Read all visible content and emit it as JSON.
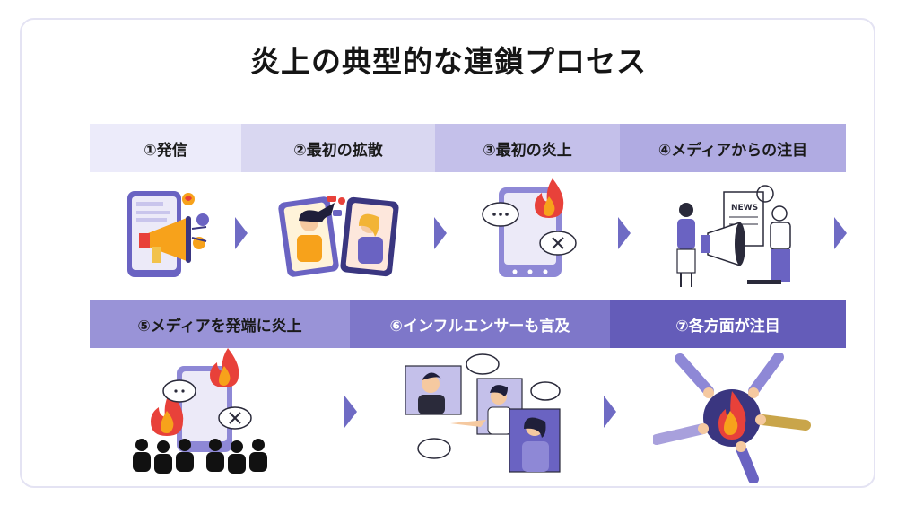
{
  "title": "炎上の典型的な連鎖プロセス",
  "steps": [
    {
      "label": "①発信",
      "color": "#ecebfa"
    },
    {
      "label": "②最初の拡散",
      "color": "#d9d7f1"
    },
    {
      "label": "③最初の炎上",
      "color": "#c4c0ea"
    },
    {
      "label": "④メディアからの注目",
      "color": "#b0abe2"
    },
    {
      "label": "⑤メディアを発端に炎上",
      "color": "#9993d7"
    },
    {
      "label": "⑥インフルエンサーも言及",
      "color": "#7e77c9"
    },
    {
      "label": "⑦各方面が注目",
      "color": "#645cb9"
    }
  ],
  "icons": {
    "news_label": "NEWS"
  },
  "colors": {
    "accent_purple": "#6f6bc4",
    "flame_red": "#e8413a",
    "flame_orange": "#f7a21b"
  }
}
